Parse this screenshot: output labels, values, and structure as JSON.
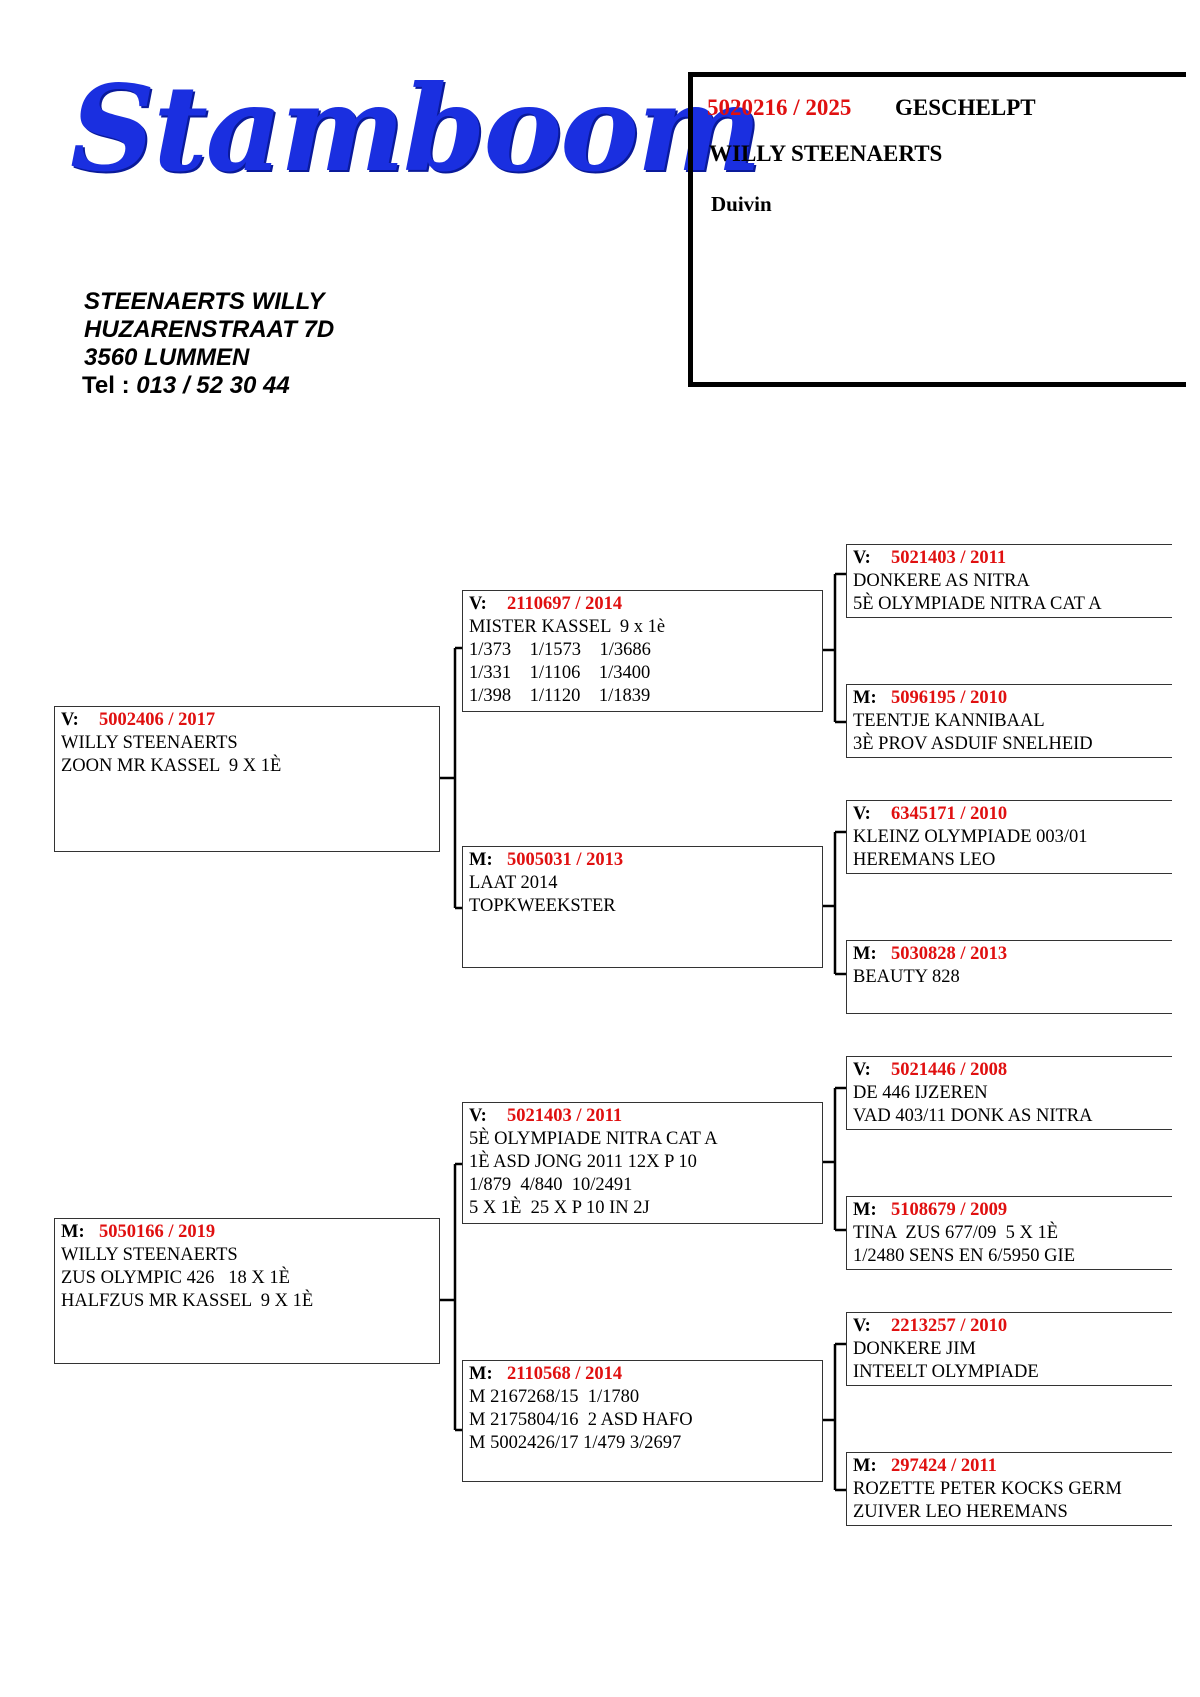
{
  "header": {
    "logo_text": "Stamboom",
    "owner": {
      "name": "STEENAERTS WILLY",
      "street": "HUZARENSTRAAT 7D",
      "city": "3560 LUMMEN",
      "tel_label": "Tel : ",
      "tel": "013 / 52 30 44"
    }
  },
  "pigeon": {
    "ring": "5020216 / 2025",
    "color": "GESCHELPT",
    "breeder": "WILLY STEENAERTS",
    "sex": "Duivin"
  },
  "pedigree": {
    "g1_father": {
      "label": "V:",
      "ring": "5002406 / 2017",
      "lines": [
        "WILLY STEENAERTS",
        "ZOON MR KASSEL  9 X 1È"
      ]
    },
    "g1_mother": {
      "label": "M:",
      "ring": "5050166 / 2019",
      "lines": [
        "WILLY STEENAERTS",
        "ZUS OLYMPIC 426   18 X 1È",
        "HALFZUS MR KASSEL  9 X 1È"
      ]
    },
    "g2_ff": {
      "label": "V:",
      "ring": "2110697 / 2014",
      "lines": [
        "MISTER KASSEL  9 x 1è",
        "1/373    1/1573    1/3686",
        "1/331    1/1106    1/3400",
        "1/398    1/1120    1/1839"
      ]
    },
    "g2_fm": {
      "label": "M:",
      "ring": "5005031 / 2013",
      "lines": [
        "LAAT 2014",
        "TOPKWEEKSTER"
      ]
    },
    "g2_mf": {
      "label": "V:",
      "ring": "5021403 / 2011",
      "lines": [
        "5È OLYMPIADE NITRA CAT A",
        "1È ASD JONG 2011 12X P 10",
        "1/879  4/840  10/2491",
        "5 X 1È  25 X P 10 IN 2J"
      ]
    },
    "g2_mm": {
      "label": "M:",
      "ring": "2110568 / 2014",
      "lines": [
        "M 2167268/15  1/1780",
        "M 2175804/16  2 ASD HAFO",
        "M 5002426/17 1/479 3/2697"
      ]
    },
    "g3_1": {
      "label": "V:",
      "ring": "5021403 / 2011",
      "lines": [
        "DONKERE AS NITRA",
        "5È OLYMPIADE NITRA CAT A"
      ]
    },
    "g3_2": {
      "label": "M:",
      "ring": "5096195 / 2010",
      "lines": [
        "TEENTJE KANNIBAAL",
        "3È PROV ASDUIF SNELHEID"
      ]
    },
    "g3_3": {
      "label": "V:",
      "ring": "6345171 / 2010",
      "lines": [
        "KLEINZ OLYMPIADE 003/01",
        "HEREMANS LEO"
      ]
    },
    "g3_4": {
      "label": "M:",
      "ring": "5030828 / 2013",
      "lines": [
        "BEAUTY 828"
      ]
    },
    "g3_5": {
      "label": "V:",
      "ring": "5021446 / 2008",
      "lines": [
        "DE 446 IJZEREN",
        "VAD 403/11 DONK AS NITRA"
      ]
    },
    "g3_6": {
      "label": "M:",
      "ring": "5108679 / 2009",
      "lines": [
        "TINA  ZUS 677/09  5 X 1È",
        "1/2480 SENS EN 6/5950 GIE"
      ]
    },
    "g3_7": {
      "label": "V:",
      "ring": "2213257 / 2010",
      "lines": [
        "DONKERE JIM",
        "INTEELT OLYMPIADE"
      ]
    },
    "g3_8": {
      "label": "M:",
      "ring": "297424 / 2011",
      "lines": [
        "ROZETTE PETER KOCKS GERM",
        "ZUIVER LEO HEREMANS"
      ]
    }
  },
  "colors": {
    "logo": "#1a2fe0",
    "ring": "#e01010"
  }
}
